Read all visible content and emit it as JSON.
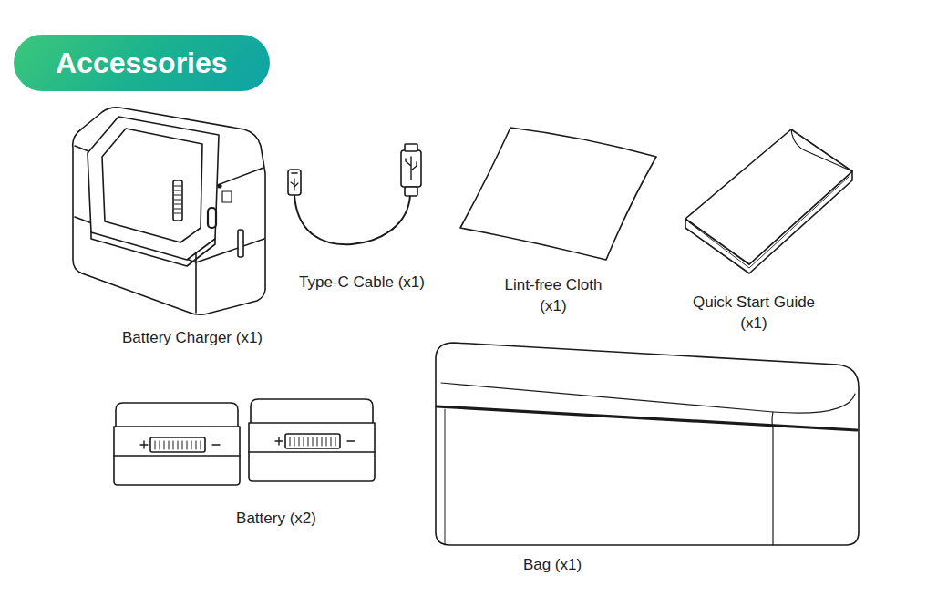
{
  "diagram": {
    "title": "Accessories",
    "labels": [
      "Battery Charger (x1)",
      "Type-C Cable (x1)",
      "Lint-free Cloth (x1)",
      "Quick Start Guide (x1)",
      "Battery (x2)",
      "Bag (x1)"
    ]
  }
}
